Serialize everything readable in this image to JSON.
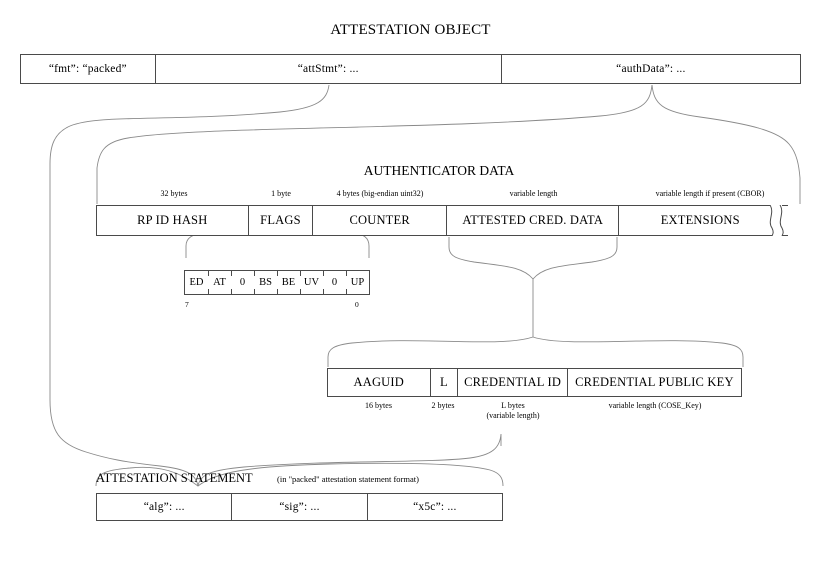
{
  "diagram": {
    "title": "ATTESTATION OBJECT",
    "background_color": "#ffffff",
    "line_color": "#4a4a4a",
    "text_color": "#000000"
  },
  "attestation_object": {
    "title": "ATTESTATION OBJECT",
    "fields": [
      {
        "label": "“fmt”: “packed”"
      },
      {
        "label": "“attStmt”: ..."
      },
      {
        "label": "“authData”: ..."
      }
    ]
  },
  "authenticator_data": {
    "title": "AUTHENTICATOR DATA",
    "fields": [
      {
        "label": "RP ID HASH",
        "size": "32 bytes"
      },
      {
        "label": "FLAGS",
        "size": "1 byte"
      },
      {
        "label": "COUNTER",
        "size": "4 bytes (big-endian uint32)"
      },
      {
        "label": "ATTESTED CRED. DATA",
        "size": "variable length"
      },
      {
        "label": "EXTENSIONS",
        "size": "variable length if present (CBOR)"
      }
    ],
    "truncation_marker": "break"
  },
  "flags_byte": {
    "bits": [
      {
        "label": "ED"
      },
      {
        "label": "AT"
      },
      {
        "label": "0"
      },
      {
        "label": "BS"
      },
      {
        "label": "BE"
      },
      {
        "label": "UV"
      },
      {
        "label": "0"
      },
      {
        "label": "UP"
      }
    ],
    "msb_index": "7",
    "lsb_index": "0"
  },
  "attested_credential_data": {
    "fields": [
      {
        "label": "AAGUID",
        "size": "16 bytes"
      },
      {
        "label": "L",
        "size": "2 bytes"
      },
      {
        "label": "CREDENTIAL ID",
        "size": "L bytes",
        "size_line2": "(variable length)"
      },
      {
        "label": "CREDENTIAL PUBLIC KEY",
        "size": "variable length (COSE_Key)"
      }
    ]
  },
  "attestation_statement": {
    "title": "ATTESTATION STATEMENT",
    "note": "(in \"packed\" attestation statement format)",
    "fields": [
      {
        "label": "“alg”: ..."
      },
      {
        "label": "“sig”: ..."
      },
      {
        "label": "“x5c”: ..."
      }
    ]
  }
}
